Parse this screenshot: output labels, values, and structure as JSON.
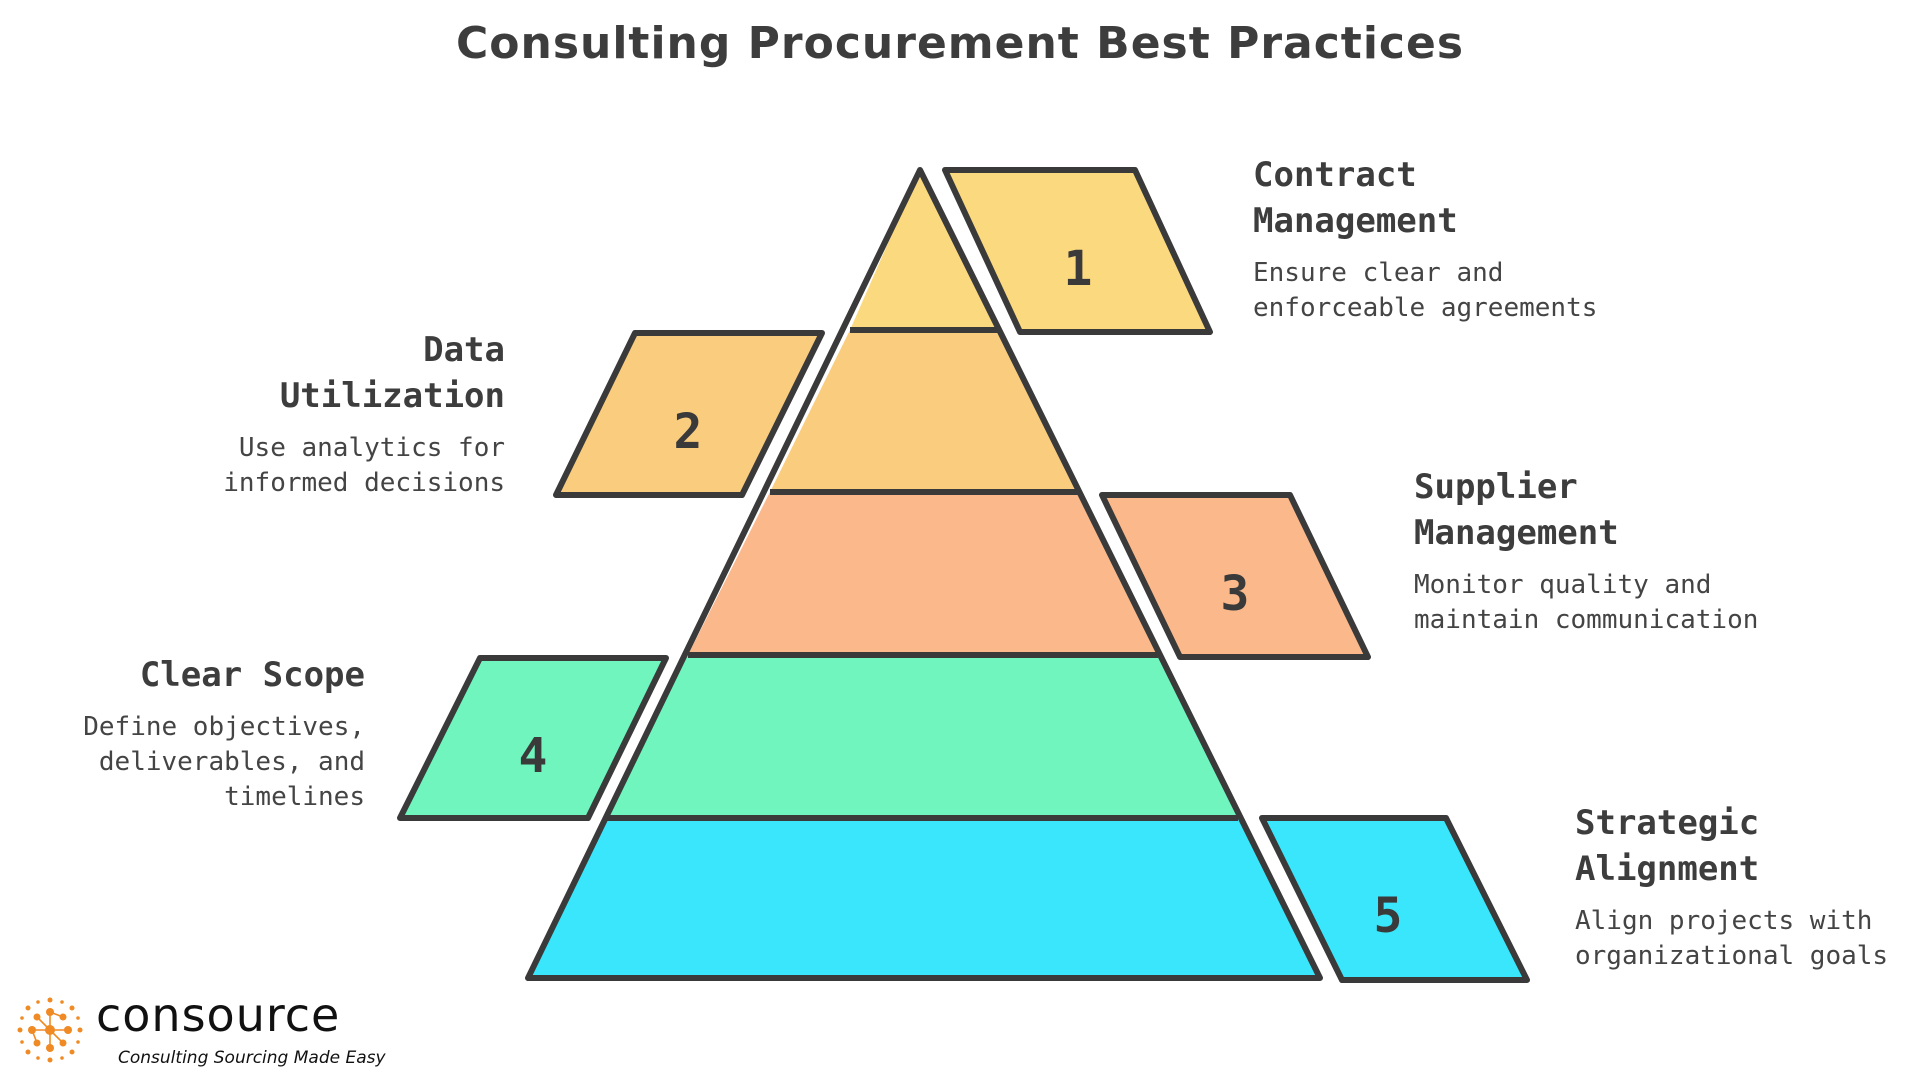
{
  "title": "Consulting Procurement Best Practices",
  "colors": {
    "outline": "#3a3a3a",
    "level1": "#fbd97f",
    "level2": "#f9cc7e",
    "level3": "#fbb88a",
    "level4": "#6ff5bd",
    "level5": "#3ae6fb",
    "logo_orange": "#f08a24"
  },
  "items": [
    {
      "number": "1",
      "heading_line1": "Contract",
      "heading_line2": "Management",
      "desc_line1": "Ensure clear and",
      "desc_line2": "enforceable agreements",
      "desc_line3": ""
    },
    {
      "number": "2",
      "heading_line1": "Data",
      "heading_line2": "Utilization",
      "desc_line1": "Use analytics for",
      "desc_line2": "informed decisions",
      "desc_line3": ""
    },
    {
      "number": "3",
      "heading_line1": "Supplier",
      "heading_line2": "Management",
      "desc_line1": "Monitor quality and",
      "desc_line2": "maintain communication",
      "desc_line3": ""
    },
    {
      "number": "4",
      "heading_line1": "Clear Scope",
      "heading_line2": "",
      "desc_line1": "Define objectives,",
      "desc_line2": "deliverables, and",
      "desc_line3": "timelines"
    },
    {
      "number": "5",
      "heading_line1": "Strategic",
      "heading_line2": "Alignment",
      "desc_line1": "Align projects with",
      "desc_line2": "organizational goals",
      "desc_line3": ""
    }
  ],
  "logo": {
    "name": "consource",
    "tagline": "Consulting Sourcing Made Easy",
    "icon": "network-dots-icon"
  }
}
